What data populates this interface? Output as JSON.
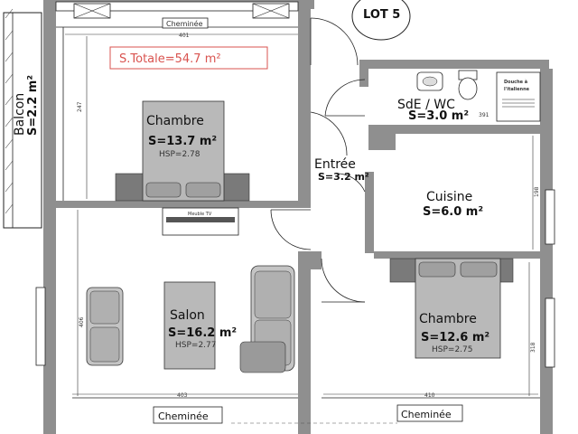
{
  "lot": {
    "label": "LOT 5"
  },
  "total_area": {
    "text": "S.Totale=54.7  m²",
    "color": "#d9534f"
  },
  "balcon": {
    "name": "Balcon",
    "area": "S=2.2 m²"
  },
  "rooms": {
    "chambre1": {
      "name": "Chambre",
      "area": "S=13.7 m²",
      "hsp": "HSP=2.78"
    },
    "sde_wc": {
      "name": "SdE / WC",
      "area": "S=3.0 m²"
    },
    "entree": {
      "name": "Entrée",
      "area": "S=3.2 m²"
    },
    "cuisine": {
      "name": "Cuisine",
      "area": "S=6.0 m²"
    },
    "salon": {
      "name": "Salon",
      "area": "S=16.2 m²",
      "hsp": "HSP=2.77"
    },
    "chambre2": {
      "name": "Chambre",
      "area": "S=12.6 m²",
      "hsp": "HSP=2.75"
    }
  },
  "fixtures": {
    "cheminee_top": "Cheminée",
    "cheminee_bottom_left": "Cheminée",
    "cheminee_bottom_right": "Cheminée",
    "tv": "Meuble TV",
    "douche_line1": "Douche à",
    "douche_line2": "l'italienne"
  },
  "dimensions": {
    "top_width": "401",
    "left_height": "247",
    "sde_width": "391",
    "cuisine_height": "198",
    "salon_height": "406",
    "salon_width": "403",
    "chambre2_width": "410",
    "chambre2_height": "318"
  },
  "colors": {
    "wall": "#8f8f8f",
    "wall_dark": "#6e6e6e",
    "furniture": "#b9b9b9",
    "line": "#222222"
  }
}
